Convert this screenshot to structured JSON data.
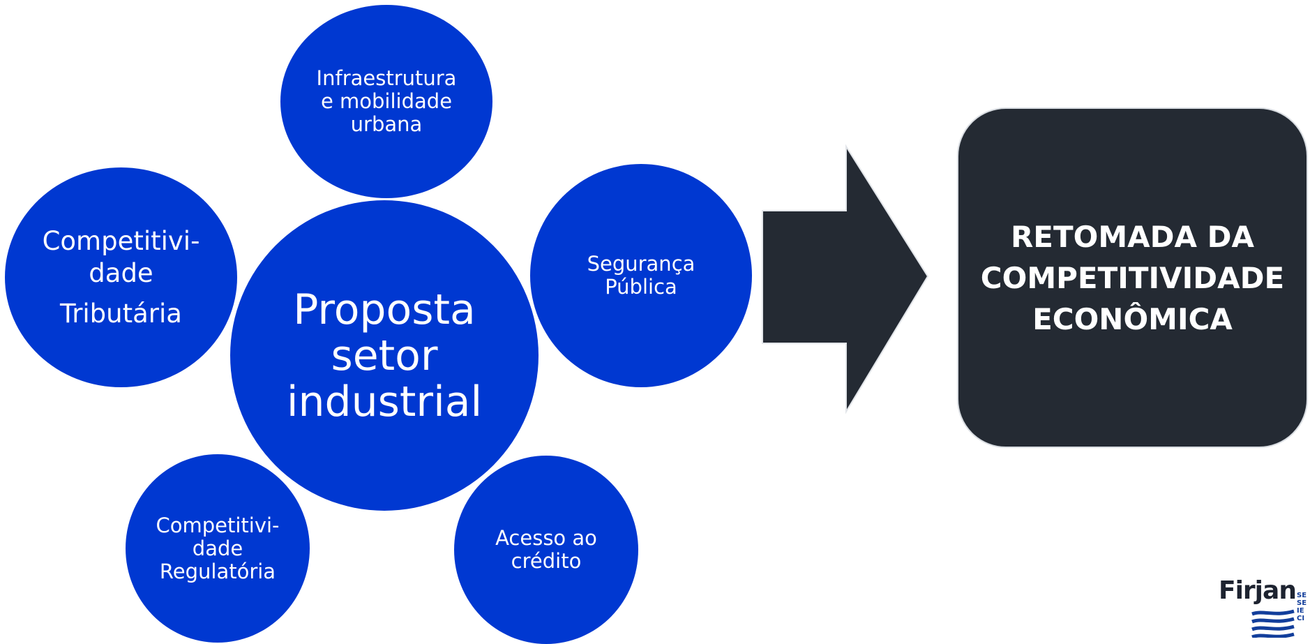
{
  "colors": {
    "circle_fill": "#0038d1",
    "dark_fill": "#242a33",
    "logo_blue": "#123e9b"
  },
  "diagram": {
    "center": {
      "lines": [
        "Proposta",
        "setor",
        "industrial"
      ]
    },
    "top": {
      "lines": [
        "Infraestrutura",
        "e mobilidade",
        "urbana"
      ]
    },
    "left": {
      "lines": [
        "Competitivi-",
        "dade",
        "Tributária"
      ]
    },
    "right": {
      "lines": [
        "Segurança",
        "Pública"
      ]
    },
    "bottom_left": {
      "lines": [
        "Competitivi-",
        "dade",
        "Regulatória"
      ]
    },
    "bottom_right": {
      "lines": [
        "Acesso ao",
        "crédito"
      ]
    }
  },
  "result": {
    "lines": [
      "RETOMADA DA",
      "COMPETITIVIDADE",
      "ECONÔMICA"
    ]
  },
  "logo": {
    "wordmark": "Firjan",
    "mini_lines": [
      "SE",
      "SE",
      "IE",
      "CI"
    ]
  },
  "icons": {
    "arrow": "right-arrow-shape",
    "logo_waves": "wave-lines-icon"
  }
}
